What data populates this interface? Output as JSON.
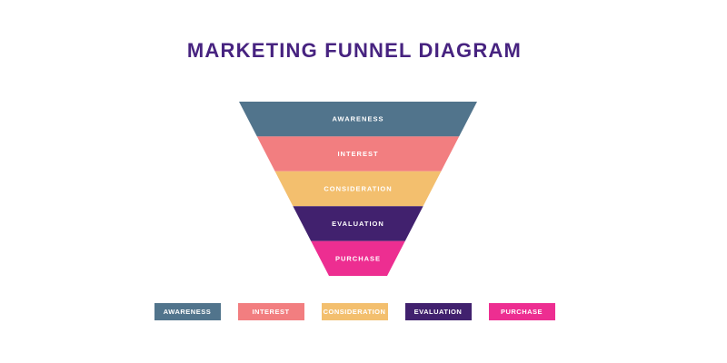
{
  "title": "MARKETING FUNNEL DIAGRAM",
  "colors": {
    "background": "#FFFFFF",
    "title_text": "#472380",
    "stage_label_text": "#FFFFFF"
  },
  "funnel": {
    "stages": [
      {
        "label": "AWARENESS",
        "color": "#51748C"
      },
      {
        "label": "INTEREST",
        "color": "#F27E80"
      },
      {
        "label": "CONSIDERATION",
        "color": "#F3BF6E"
      },
      {
        "label": "EVALUATION",
        "color": "#41216E"
      },
      {
        "label": "PURCHASE",
        "color": "#ED2E91"
      }
    ]
  },
  "legend": {
    "items": [
      {
        "label": "AWARENESS",
        "color": "#51748C"
      },
      {
        "label": "INTEREST",
        "color": "#F27E80"
      },
      {
        "label": "CONSIDERATION",
        "color": "#F3BF6E"
      },
      {
        "label": "EVALUATION",
        "color": "#41216E"
      },
      {
        "label": "PURCHASE",
        "color": "#ED2E91"
      }
    ]
  }
}
